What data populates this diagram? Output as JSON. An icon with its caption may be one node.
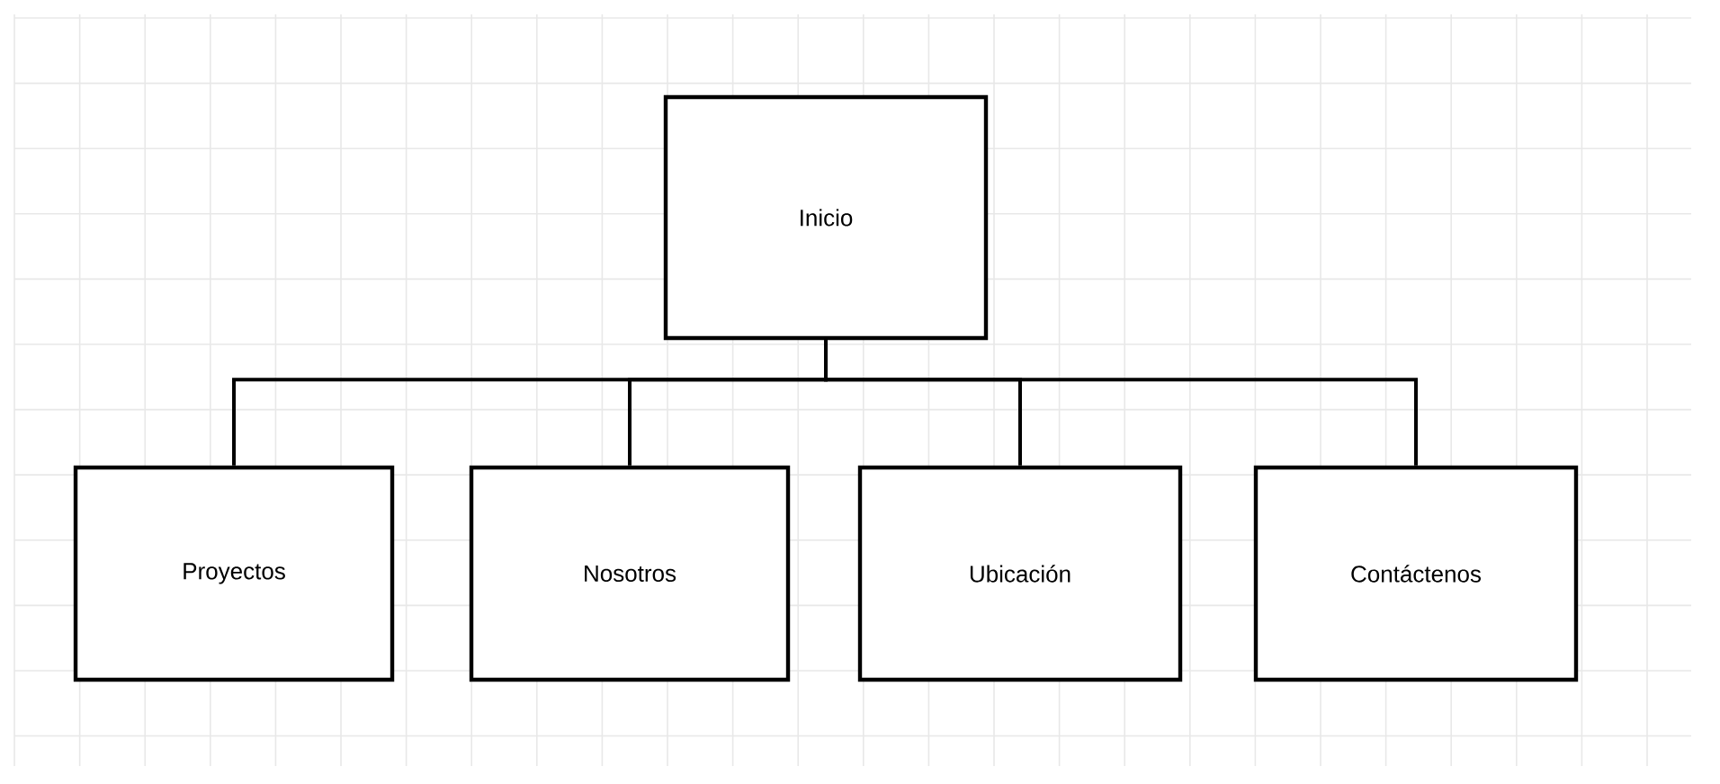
{
  "diagram": {
    "nodes": [
      {
        "text": [
          "Inicio"
        ]
      },
      {
        "text": [
          "Proyectos"
        ]
      },
      {
        "text": [
          "Nosotros"
        ]
      },
      {
        "text": [
          "Ubicación"
        ]
      },
      {
        "text": [
          "Contáctenos"
        ]
      }
    ],
    "edges": [
      {
        "from": 0,
        "to": 1,
        "arrow": "none"
      },
      {
        "from": 0,
        "to": 2,
        "arrow": "none"
      },
      {
        "from": 0,
        "to": 3,
        "arrow": "none"
      },
      {
        "from": 0,
        "to": 4,
        "arrow": "none"
      }
    ]
  }
}
